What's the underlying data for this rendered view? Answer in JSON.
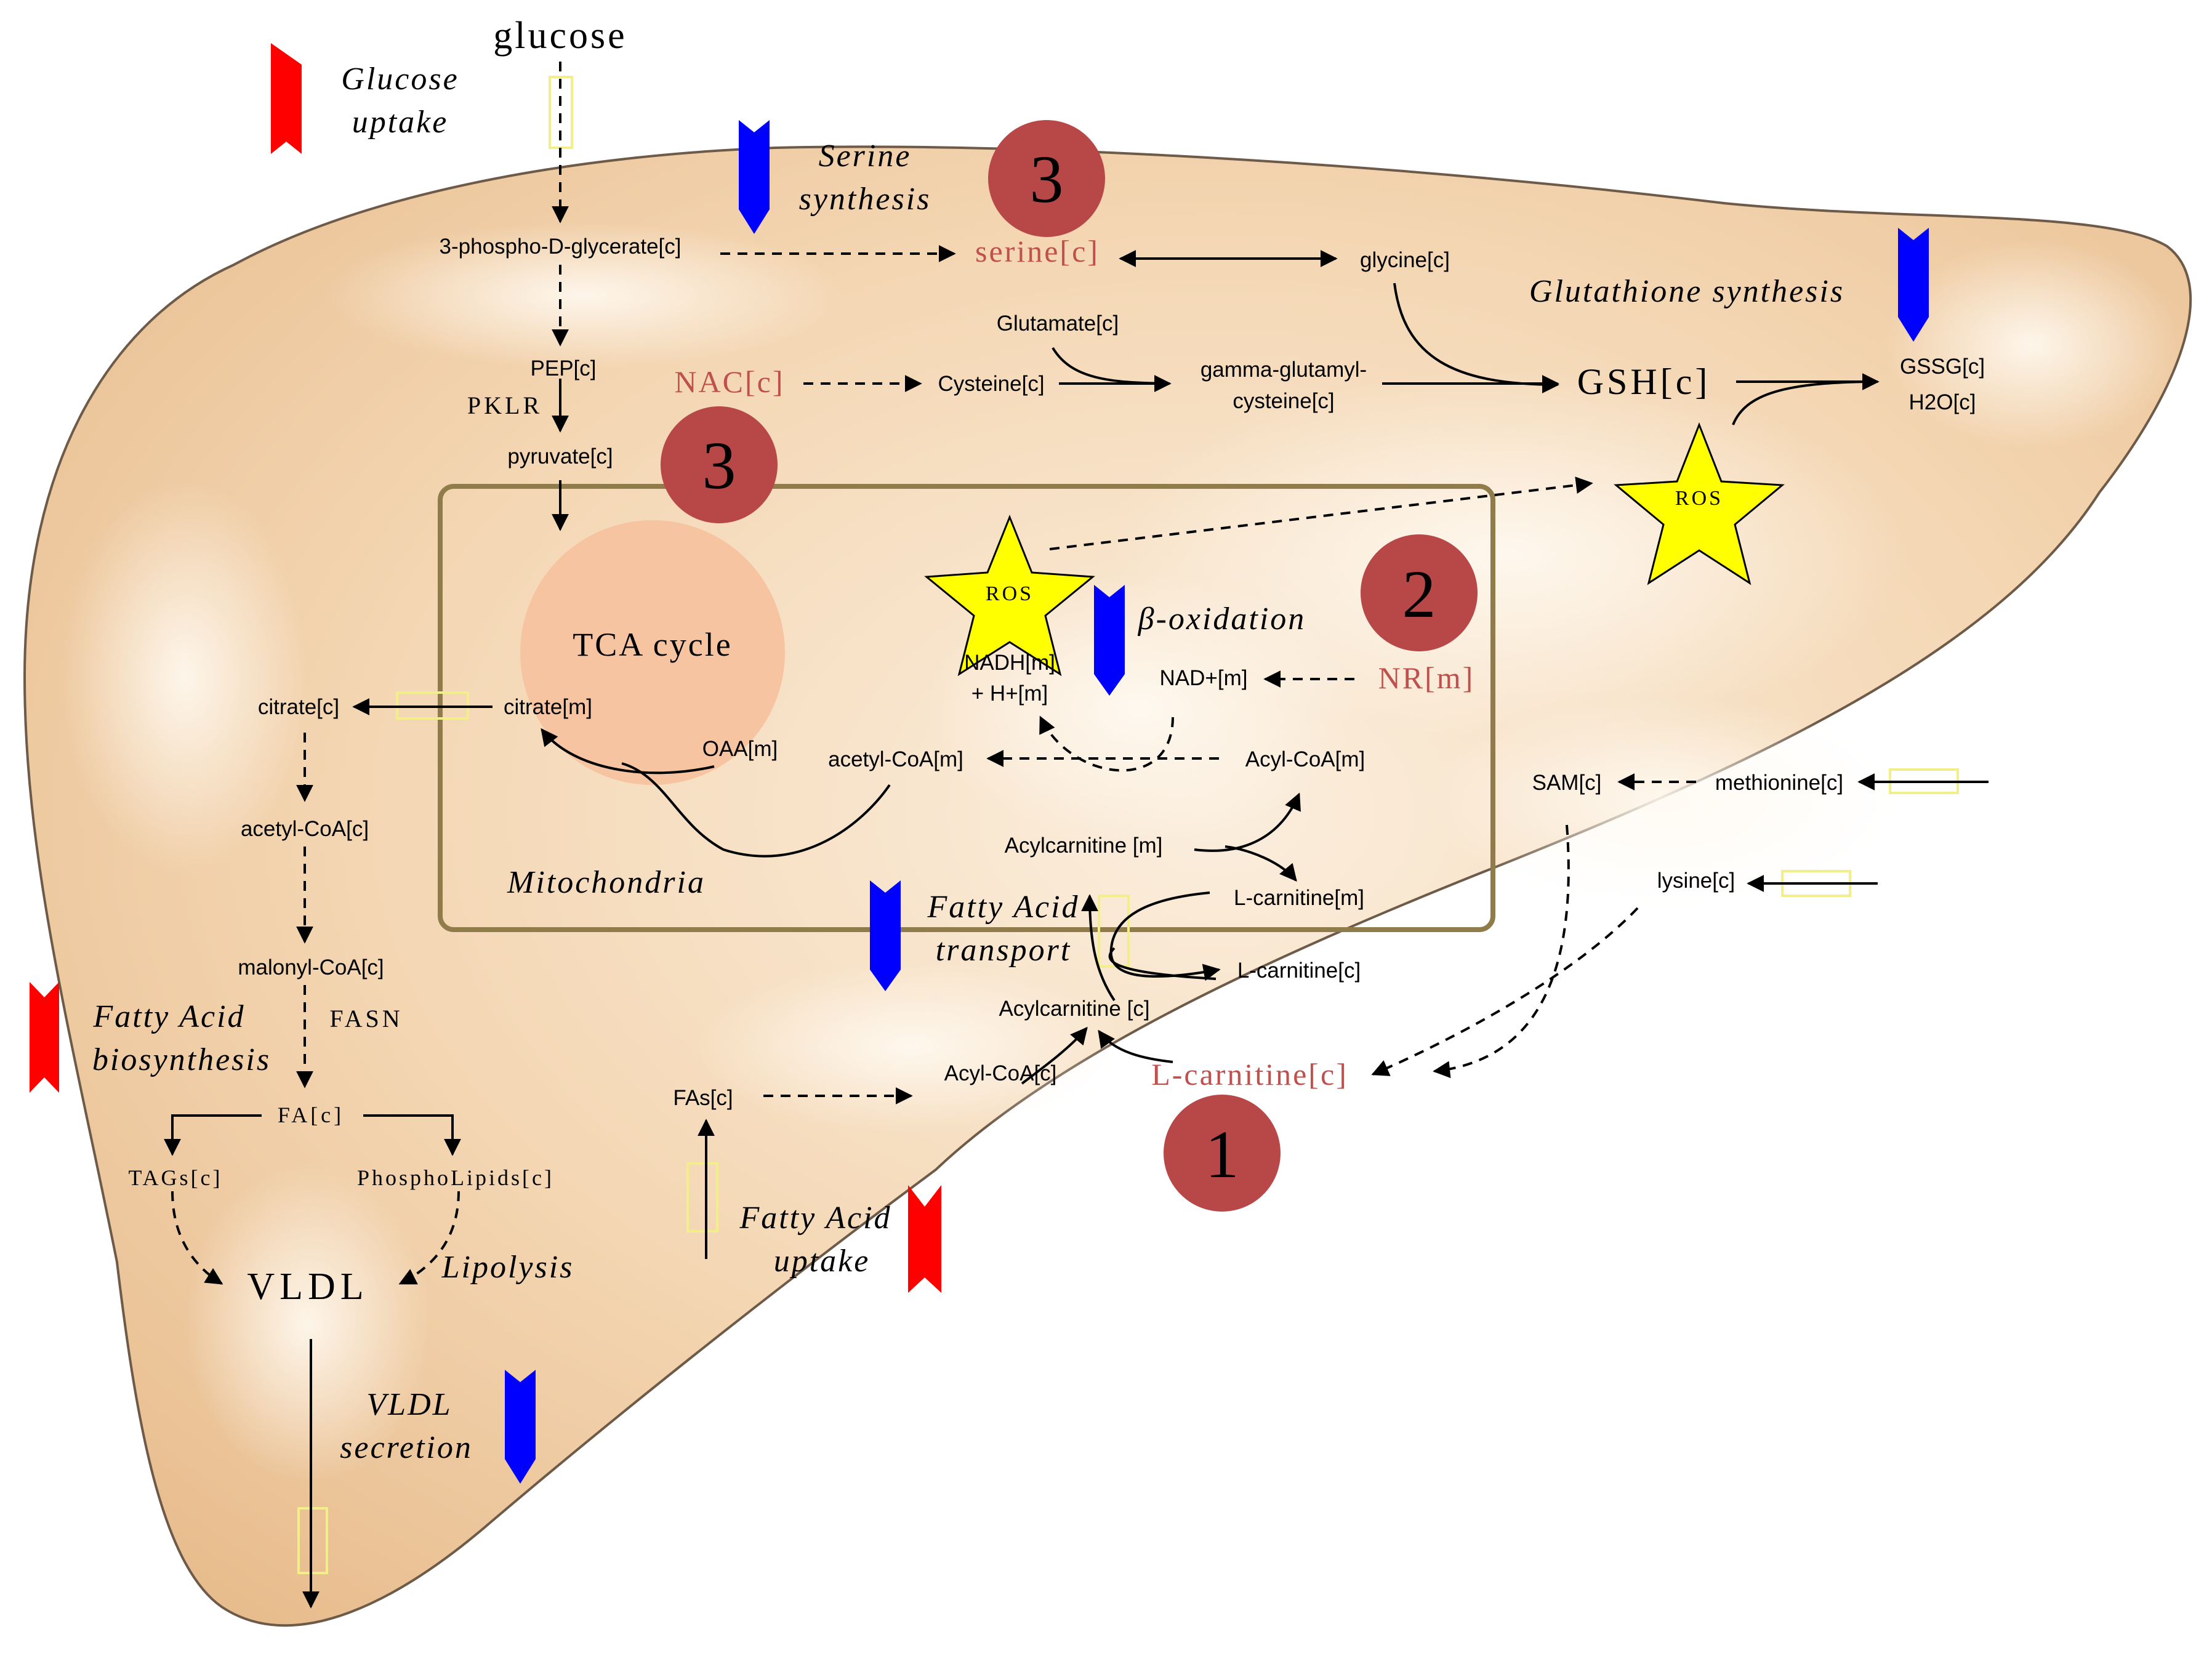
{
  "colors": {
    "liver": "#f2cfa6",
    "liver_edge": "#6e5a48",
    "mito_border": "#8f7c4a",
    "tca": "#f7c4a2",
    "upregulated": "#ff0000",
    "downregulated": "#0000ff",
    "highlight_metabolite": "#c0504d",
    "badge": "#b84848",
    "ros_star": "#ffff00",
    "transporter": "#f2ef8a"
  },
  "metabolites": {
    "glucose": "glucose",
    "pg3": "3-phospho-D-glycerate[c]",
    "serine": "serine[c]",
    "glycine": "glycine[c]",
    "glutamate": "Glutamate[c]",
    "nac": "NAC[c]",
    "cysteine": "Cysteine[c]",
    "ggc1": "gamma-glutamyl-",
    "ggc2": "cysteine[c]",
    "gsh": "GSH[c]",
    "gssg": "GSSG[c]",
    "h2o": "H2O[c]",
    "pep": "PEP[c]",
    "pyruvate": "pyruvate[c]",
    "tca": "TCA cycle",
    "oaa": "OAA[m]",
    "nadh1": "NADH[m]",
    "nadh2": "+  H+[m]",
    "nad": "NAD+[m]",
    "nr": "NR[m]",
    "acetylcoa_m": "acetyl-CoA[m]",
    "acylcoa_m": "Acyl-CoA[m]",
    "acylcarnitine_m": "Acylcarnitine [m]",
    "lcarnitine_m": "L-carnitine[m]",
    "lcarnitine_c_small": "L-carnitine[c]",
    "acylcarnitine_c": "Acylcarnitine [c]",
    "acylcoa_c": "Acyl-CoA[c]",
    "lcarnitine_c": "L-carnitine[c]",
    "fas": "FAs[c]",
    "citrate_c": "citrate[c]",
    "citrate_m": "citrate[m]",
    "acetylcoa_c": "acetyl-CoA[c]",
    "malonylcoa": "malonyl-CoA[c]",
    "fa": "FA[c]",
    "tags": "TAGs[c]",
    "phospholipids": "PhosphoLipids[c]",
    "vldl": "VLDL",
    "sam": "SAM[c]",
    "methionine": "methionine[c]",
    "lysine": "lysine[c]",
    "ros1": "ROS",
    "ros2": "ROS"
  },
  "enzymes": {
    "pklr": "PKLR",
    "fasn": "FASN"
  },
  "processes": {
    "glucose_uptake_1": "Glucose",
    "glucose_uptake_2": "uptake",
    "serine_synth_1": "Serine",
    "serine_synth_2": "synthesis",
    "glutathione_synth": "Glutathione synthesis",
    "beta_oxidation": "β-oxidation",
    "fa_transport_1": "Fatty Acid",
    "fa_transport_2": "transport",
    "fa_biosynthesis_1": "Fatty Acid",
    "fa_biosynthesis_2": "biosynthesis",
    "fa_uptake_1": "Fatty Acid",
    "fa_uptake_2": "uptake",
    "vldl_secretion_1": "VLDL",
    "vldl_secretion_2": "secretion",
    "lipolysis": "Lipolysis",
    "mitochondria": "Mitochondria"
  },
  "badges": {
    "b1": "1",
    "b2": "2",
    "b3a": "3",
    "b3b": "3"
  },
  "arrow_directions": {
    "glucose_uptake": "up",
    "serine_synthesis": "down",
    "glutathione_synthesis": "down",
    "beta_oxidation": "down",
    "fatty_acid_transport": "down",
    "fatty_acid_biosynthesis": "up",
    "fatty_acid_uptake": "up",
    "vldl_secretion": "down"
  }
}
